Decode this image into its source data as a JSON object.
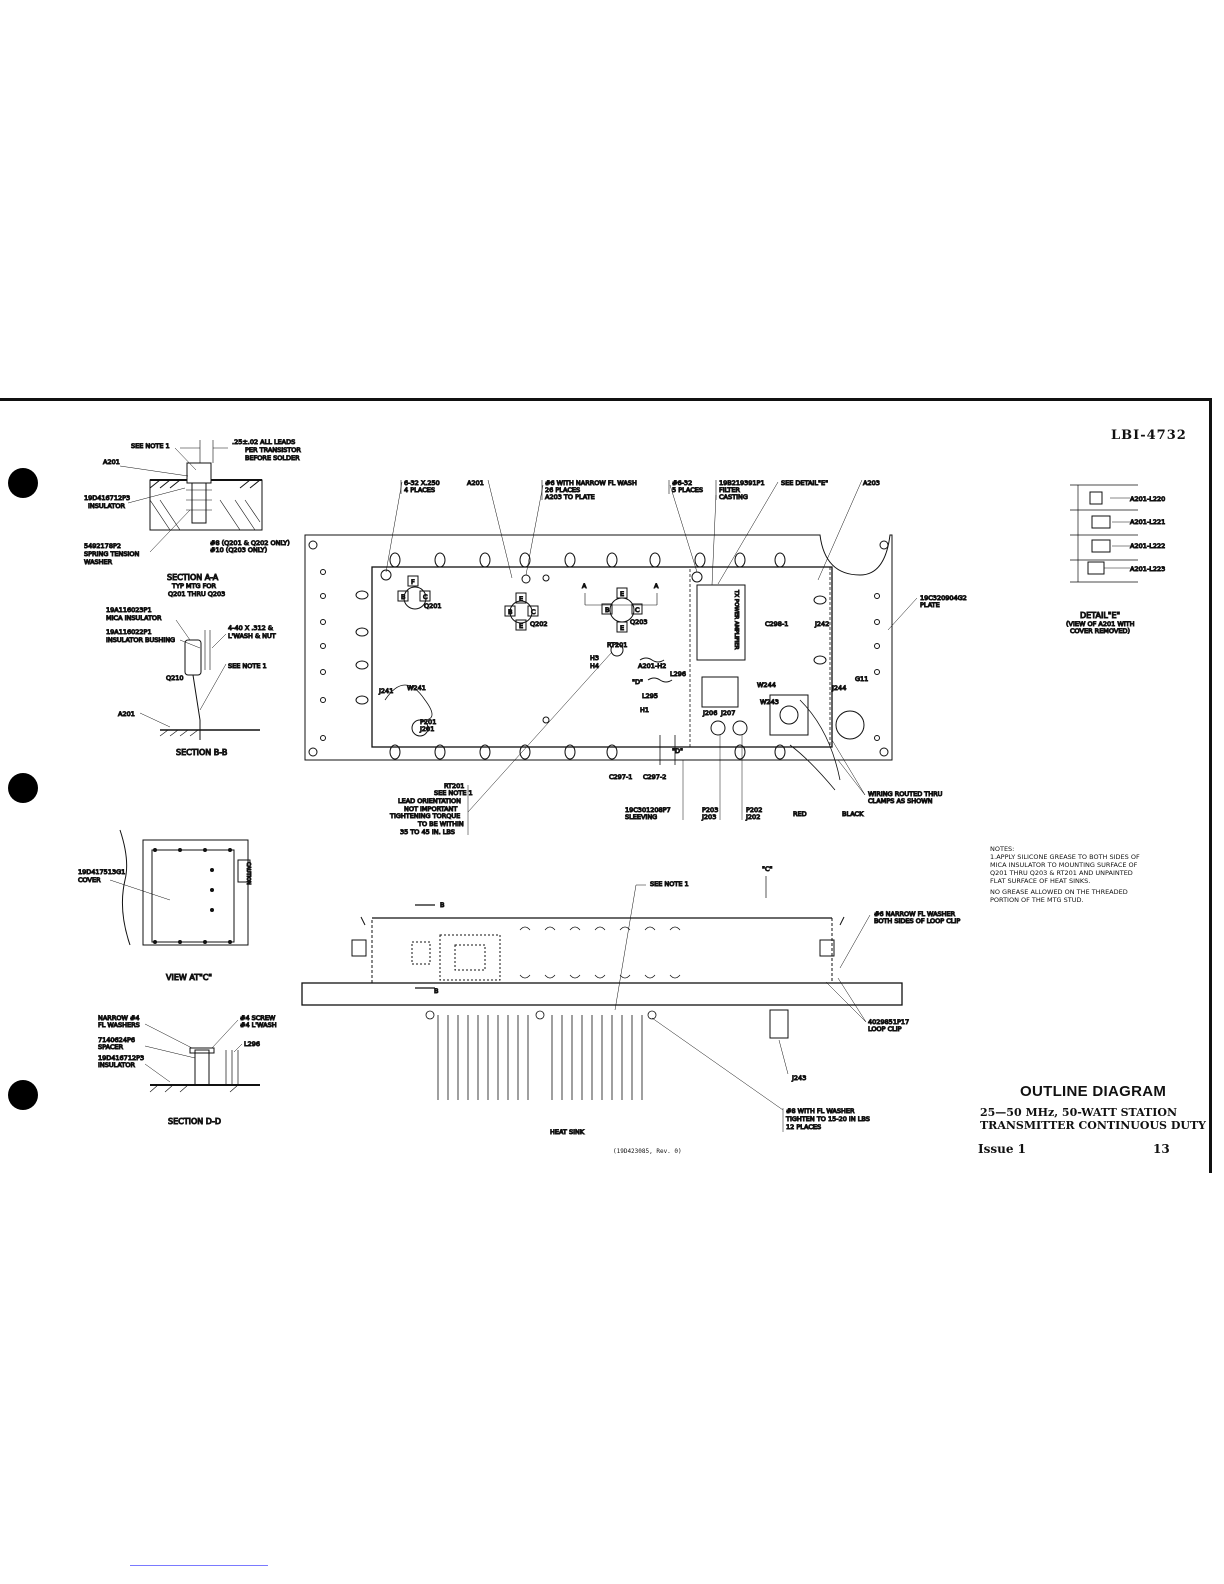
{
  "document": {
    "id": "LBI-4732",
    "title": "OUTLINE DIAGRAM",
    "subtitle_line1": "25—50 MHz, 50-WATT STATION",
    "subtitle_line2": "TRANSMITTER CONTINUOUS DUTY",
    "issue": "Issue 1",
    "page": "13",
    "drawing_number": "(19D423085, Rev. 0)"
  },
  "notes": {
    "heading": "NOTES:",
    "note1": "1.APPLY SILICONE GREASE TO BOTH SIDES OF MICA INSULATOR TO MOUNTING SURFACE OF Q201 THRU Q203 & RT201 AND UNPAINTED FLAT SURFACE OF HEAT SINKS.",
    "note2": "NO GREASE ALLOWED ON THE THREADED PORTION OF THE MTG STUD."
  },
  "section_aa": {
    "caption": "SECTION A-A",
    "sub1": "TYP MTG FOR",
    "sub2": "Q201 THRU Q203",
    "see_note": "SEE NOTE 1",
    "a201": "A201",
    "dim": ".25±.02 ALL LEADS",
    "dim2": "PER TRANSISTOR",
    "dim3": "BEFORE SOLDER",
    "insulator1": "19D416712P3",
    "insulator2": "INSULATOR",
    "washer1": "5492178P2",
    "washer2": "SPRING TENSION",
    "washer3": "WASHER",
    "screw1": "#8 (Q201 & Q202 ONLY)",
    "screw2": "#10 (Q203 ONLY)"
  },
  "section_bb": {
    "caption": "SECTION B-B",
    "mica1": "19A116023P1",
    "mica2": "MICA INSULATOR",
    "bush1": "19A116022P1",
    "bush2": "INSULATOR BUSHING",
    "hw1": "4-40 X .312 &",
    "hw2": "L'WASH & NUT",
    "see_note": "SEE NOTE 1",
    "q210": "Q210",
    "a201": "A201"
  },
  "view_c": {
    "caption": "VIEW AT\"C\"",
    "cover1": "19D417513G1",
    "cover2": "COVER",
    "caution": "CAUTION"
  },
  "section_dd": {
    "caption": "SECTION D-D",
    "w1": "NARROW #4",
    "w2": "FL WASHERS",
    "sp1": "7140624P6",
    "sp2": "SPACER",
    "in1": "19D416712P3",
    "in2": "INSULATOR",
    "scr1": "#4 SCREW",
    "scr2": "#4 L'WASH",
    "l296": "L296"
  },
  "detail_e": {
    "caption": "DETAIL\"E\"",
    "sub1": "(VIEW OF A201 WITH",
    "sub2": "COVER REMOVED)",
    "items": [
      "A201-L220",
      "A201-L221",
      "A201-L222",
      "A201-L223"
    ]
  },
  "top_view": {
    "callouts": {
      "c1a": "6-32 X.250",
      "c1b": "4 PLACES",
      "c2": "A201",
      "c3a": "#6 WITH NARROW FL WASH",
      "c3b": "26 PLACES",
      "c3c": "A203 TO PLATE",
      "c4a": "#6-32",
      "c4b": "5 PLACES",
      "c5a": "19B219391P1",
      "c5b": "FILTER",
      "c5c": "CASTING",
      "c6": "SEE DETAIL\"E\"",
      "c7": "A203",
      "c8a": "19C320904G2",
      "c8b": "PLATE"
    },
    "labels": {
      "q201": "Q201",
      "q202": "Q202",
      "q203": "Q203",
      "rt201": "RT201",
      "h3": "H3",
      "h4": "H4",
      "a201h2": "A201-H2",
      "l296": "L296",
      "l295": "L295",
      "h1": "H1",
      "d": "\"D\"",
      "j241": "J241",
      "w241": "W241",
      "p201": "P201",
      "j201": "J201",
      "c298": "C298-1",
      "j242": "J242",
      "w244": "W244",
      "w243": "W243",
      "j244": "J244",
      "g11": "G11",
      "j206": "J206",
      "j207": "J207",
      "c297_1": "C297-1",
      "c297_2": "C297-2",
      "tx": "TX POWER AMPLIFIER",
      "b": "B",
      "c": "C",
      "e": "E",
      "f": "F",
      "a": "A"
    },
    "bottom": {
      "rt1": "RT201",
      "rt2": "SEE NOTE 1",
      "rt3": "LEAD ORIENTATION",
      "rt4": "NOT IMPORTANT",
      "rt5": "TIGHTENING TORQUE",
      "rt6": "TO BE WITHIN",
      "rt7": "35 TO 45 IN. LBS",
      "sl1": "19C301208P7",
      "sl2": "SLEEVING",
      "p203": "P203",
      "j203": "J203",
      "p202": "P202",
      "j202": "J202",
      "red": "RED",
      "black": "BLACK",
      "wr1": "WIRING ROUTED THRU",
      "wr2": "CLAMPS AS SHOWN"
    }
  },
  "side_view": {
    "see_note": "SEE NOTE 1",
    "c_marker": "\"C\"",
    "b_top": "B",
    "b_bottom": "B",
    "w1": "#6 NARROW FL WASHER",
    "w2": "BOTH SIDES OF LOOP CLIP",
    "clip1": "4029851P17",
    "clip2": "LOOP CLIP",
    "j243": "J243",
    "hs": "HEAT SINK",
    "t1": "#8 WITH FL WASHER",
    "t2": "TIGHTEN TO 15-20 IN LBS",
    "t3": "12 PLACES"
  }
}
